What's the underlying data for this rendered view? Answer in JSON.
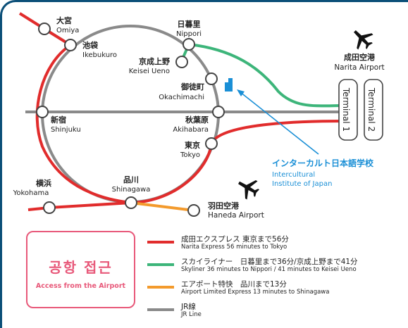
{
  "stations": {
    "omiya": {
      "ja": "大宮",
      "en": "Omiya"
    },
    "ikebukuro": {
      "ja": "池袋",
      "en": "Ikebukuro"
    },
    "nippori": {
      "ja": "日暮里",
      "en": "Nippori"
    },
    "keisei_ueno": {
      "ja": "京成上野",
      "en": "Keisei Ueno"
    },
    "okachimachi": {
      "ja": "御徒町",
      "en": "Okachimachi"
    },
    "shinjuku": {
      "ja": "新宿",
      "en": "Shinjuku"
    },
    "akihabara": {
      "ja": "秋葉原",
      "en": "Akihabara"
    },
    "tokyo": {
      "ja": "東京",
      "en": "Tokyo"
    },
    "shinagawa": {
      "ja": "品川",
      "en": "Shinagawa"
    },
    "yokohama": {
      "ja": "横浜",
      "en": "Yokohama"
    }
  },
  "airports": {
    "narita": {
      "ja": "成田空港",
      "en": "Narita Airport",
      "terminal1": "Terminal 1",
      "terminal2": "Terminal 2"
    },
    "haneda": {
      "ja": "羽田空港",
      "en": "Haneda Airport"
    }
  },
  "school": {
    "ja": "インターカルト日本語学校",
    "en_line1": "Intercultural",
    "en_line2": "Institute of Japan"
  },
  "access_box": {
    "title": "공항 접근",
    "subtitle": "Access from the Airport"
  },
  "legend": [
    {
      "color": "#e12c2c",
      "ja": "成田エクスプレス 東京まで56分",
      "en": "Narita Express   56 minutes to Tokyo"
    },
    {
      "color": "#3db57a",
      "ja": "スカイライナー　日暮里まで36分/京成上野まで41分",
      "en": "Skyliner   36 minutes to Nippori / 41 minutes to Keisei Ueno"
    },
    {
      "color": "#f39a2c",
      "ja": "エアポート特快　品川まで13分",
      "en": "Airport Limited Express   13 minutes to Shinagawa"
    },
    {
      "color": "#8a8a8a",
      "ja": "JR線",
      "en": "JR Line"
    }
  ],
  "colors": {
    "school_marker": "#1a8fd6",
    "access_accent": "#e8597a",
    "frame": "#0b4f78"
  },
  "icons": [
    "airplane-icon",
    "school-marker-icon"
  ]
}
